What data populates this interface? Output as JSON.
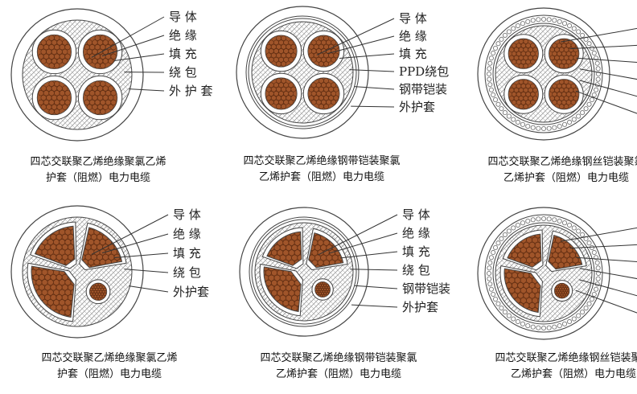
{
  "colors": {
    "conductor": "#a0552a",
    "strand_edge": "#5a2a10",
    "hatch": "#9a9a9a",
    "line": "#333333",
    "armor_bead": "#777777"
  },
  "panels": [
    {
      "type": "round",
      "armor": "none",
      "labels": [
        "导 体",
        "绝 缘",
        "填 充",
        "绕 包",
        "外 护 套"
      ],
      "caption": [
        "四芯交联聚乙烯绝缘聚氯乙烯",
        "护套（阻燃）电力电缆"
      ]
    },
    {
      "type": "round",
      "armor": "tape",
      "labels": [
        "导 体",
        "绝 缘",
        "填 充",
        "PPD绕包",
        "钢带铠装",
        "外护套"
      ],
      "caption": [
        "四芯交联聚乙烯绝缘钢带铠装聚氯",
        "乙烯护套（阻燃）电力电缆"
      ]
    },
    {
      "type": "round",
      "armor": "wire",
      "labels": [],
      "caption": [
        "四芯交联聚乙烯绝缘钢丝铠装聚氯",
        "乙烯护套（阻燃）电力电缆"
      ]
    },
    {
      "type": "sector",
      "armor": "none",
      "labels": [
        "导 体",
        "绝 缘",
        "填 充",
        "绕 包",
        "外护套"
      ],
      "caption": [
        "四芯交联聚乙烯绝缘聚氯乙烯",
        "护套（阻燃）电力电缆"
      ]
    },
    {
      "type": "sector",
      "armor": "tape",
      "labels": [
        "导 体",
        "绝 缘",
        "填 充",
        "绕 包",
        "钢带铠装",
        "外护套"
      ],
      "caption": [
        "四芯交联聚乙烯绝缘钢带铠装聚氯",
        "乙烯护套（阻燃）电力电缆"
      ]
    },
    {
      "type": "sector",
      "armor": "wire",
      "labels": [],
      "caption": [
        "四芯交联聚乙烯绝缘钢丝铠装聚氯",
        "乙烯护套（阻燃）电力电缆"
      ]
    }
  ]
}
